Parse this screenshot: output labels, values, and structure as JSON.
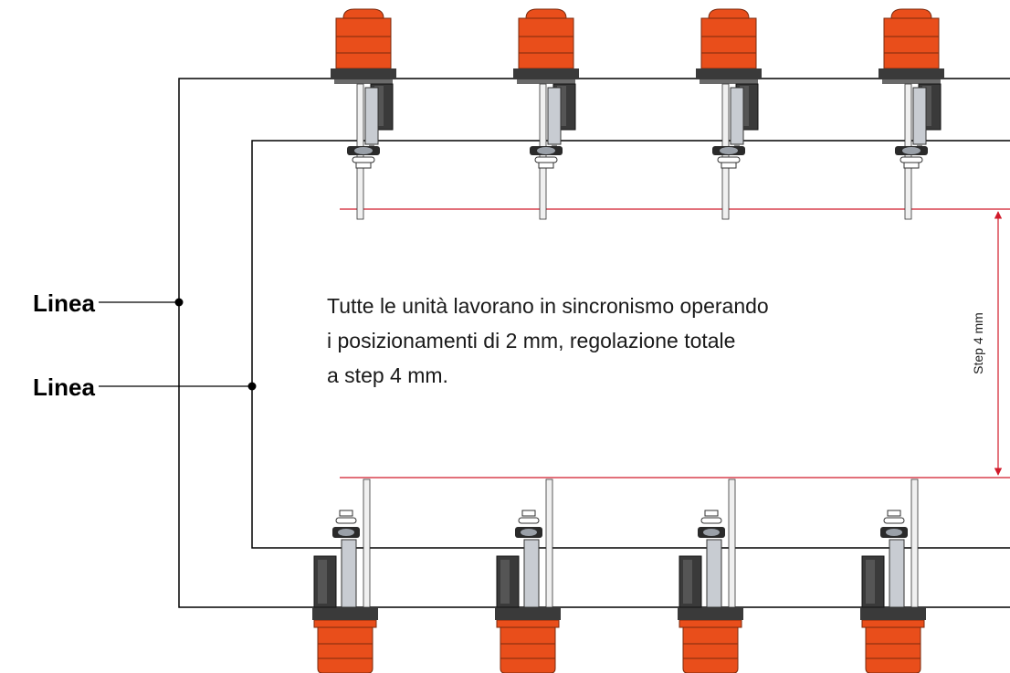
{
  "labels": {
    "line_outer": "Linea",
    "line_inner": "Linea",
    "description": [
      "Tutte le unità lavorano in sincronismo operando",
      "i posizionamenti di 2 mm, regolazione totale",
      "a step 4 mm."
    ],
    "step": "Step 4 mm"
  },
  "colors": {
    "actuator_orange": "#e94e1b",
    "dimension_red": "#d11a2a",
    "line_black": "#000000",
    "motor_dark": "#3a3a3a",
    "cylinder_grey": "#c8ccd2"
  },
  "units": {
    "top_count": 4,
    "bottom_count": 4
  }
}
